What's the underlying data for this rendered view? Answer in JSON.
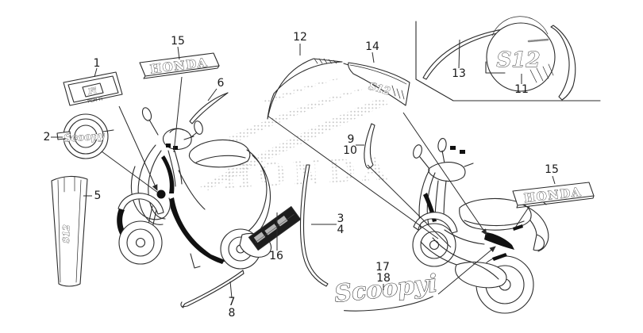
{
  "diagram_type": "parts-diagram",
  "colors": {
    "line": "#2b2b2b",
    "accent_black": "#111111",
    "watermark": "#c9c9c9",
    "background": "#ffffff"
  },
  "watermark": {
    "text": "HONDA"
  },
  "emblems": {
    "honda": "HONDA",
    "fi_main": "Fi",
    "fi_sub": "PGM-FI",
    "scoopy_round": "Scoopy",
    "scoopy_script": "Scoopyi",
    "s12": "S12"
  },
  "callouts": [
    {
      "label": "1"
    },
    {
      "label": "2"
    },
    {
      "label": "3"
    },
    {
      "label": "4"
    },
    {
      "label": "5"
    },
    {
      "label": "6"
    },
    {
      "label": "7"
    },
    {
      "label": "8"
    },
    {
      "label": "9"
    },
    {
      "label": "10"
    },
    {
      "label": "11"
    },
    {
      "label": "12"
    },
    {
      "label": "13"
    },
    {
      "label": "14"
    },
    {
      "label": "15"
    },
    {
      "label": "15"
    },
    {
      "label": "16"
    },
    {
      "label": "17"
    },
    {
      "label": "18"
    }
  ]
}
